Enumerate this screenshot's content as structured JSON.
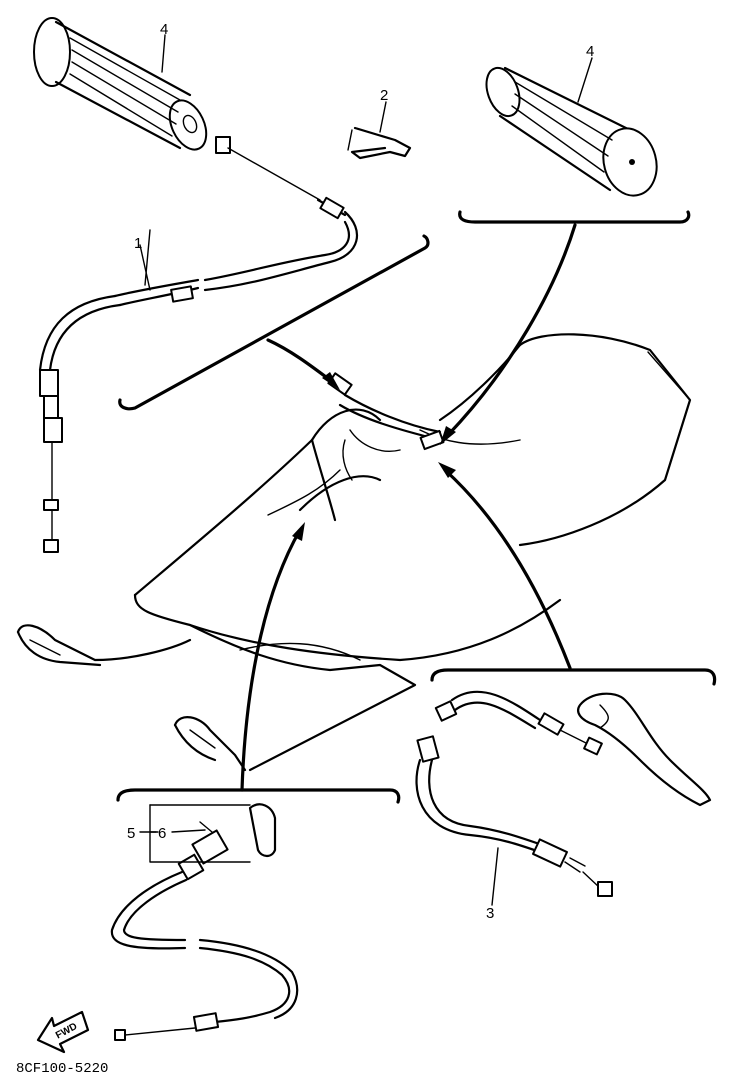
{
  "callouts": {
    "c1": "1",
    "c2": "2",
    "c3": "3",
    "c4_left": "4",
    "c4_right": "4",
    "c5": "5",
    "c6": "6"
  },
  "arrow_label": "FWD",
  "drawing_code": "8CF100-5220"
}
